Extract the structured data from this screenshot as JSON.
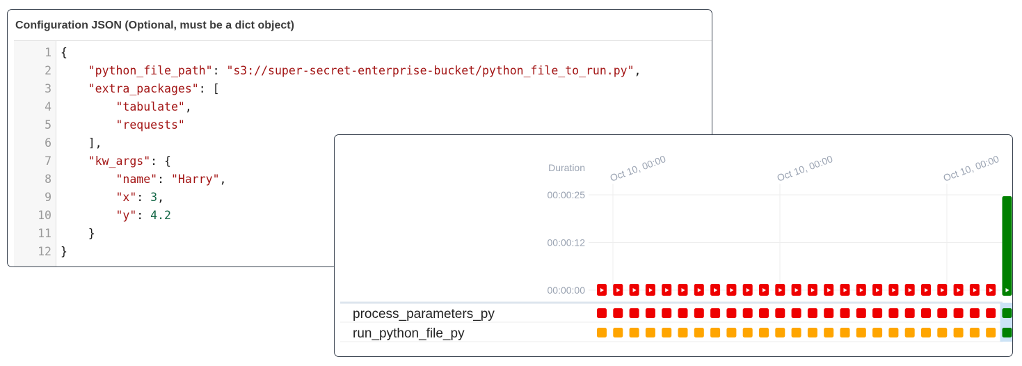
{
  "config": {
    "title": "Configuration JSON (Optional, must be a dict object)",
    "lines": [
      {
        "n": "1",
        "tokens": [
          {
            "t": "{",
            "c": "punct"
          }
        ]
      },
      {
        "n": "2",
        "tokens": [
          {
            "t": "    ",
            "c": "punct"
          },
          {
            "t": "\"python_file_path\"",
            "c": "key"
          },
          {
            "t": ": ",
            "c": "punct"
          },
          {
            "t": "\"s3://super-secret-enterprise-bucket/python_file_to_run.py\"",
            "c": "str"
          },
          {
            "t": ",",
            "c": "punct"
          }
        ]
      },
      {
        "n": "3",
        "tokens": [
          {
            "t": "    ",
            "c": "punct"
          },
          {
            "t": "\"extra_packages\"",
            "c": "key"
          },
          {
            "t": ": [",
            "c": "punct"
          }
        ]
      },
      {
        "n": "4",
        "tokens": [
          {
            "t": "        ",
            "c": "punct"
          },
          {
            "t": "\"tabulate\"",
            "c": "str"
          },
          {
            "t": ",",
            "c": "punct"
          }
        ]
      },
      {
        "n": "5",
        "tokens": [
          {
            "t": "        ",
            "c": "punct"
          },
          {
            "t": "\"requests\"",
            "c": "str"
          }
        ]
      },
      {
        "n": "6",
        "tokens": [
          {
            "t": "    ],",
            "c": "punct"
          }
        ]
      },
      {
        "n": "7",
        "tokens": [
          {
            "t": "    ",
            "c": "punct"
          },
          {
            "t": "\"kw_args\"",
            "c": "key"
          },
          {
            "t": ": {",
            "c": "punct"
          }
        ]
      },
      {
        "n": "8",
        "tokens": [
          {
            "t": "        ",
            "c": "punct"
          },
          {
            "t": "\"name\"",
            "c": "key"
          },
          {
            "t": ": ",
            "c": "punct"
          },
          {
            "t": "\"Harry\"",
            "c": "str"
          },
          {
            "t": ",",
            "c": "punct"
          }
        ]
      },
      {
        "n": "9",
        "tokens": [
          {
            "t": "        ",
            "c": "punct"
          },
          {
            "t": "\"x\"",
            "c": "key"
          },
          {
            "t": ": ",
            "c": "punct"
          },
          {
            "t": "3",
            "c": "num"
          },
          {
            "t": ",",
            "c": "punct"
          }
        ]
      },
      {
        "n": "10",
        "tokens": [
          {
            "t": "        ",
            "c": "punct"
          },
          {
            "t": "\"y\"",
            "c": "key"
          },
          {
            "t": ": ",
            "c": "punct"
          },
          {
            "t": "4.2",
            "c": "num"
          }
        ]
      },
      {
        "n": "11",
        "tokens": [
          {
            "t": "    }",
            "c": "punct"
          }
        ]
      },
      {
        "n": "12",
        "tokens": [
          {
            "t": "}",
            "c": "punct"
          }
        ]
      }
    ]
  },
  "grid": {
    "duration_label": "Duration",
    "y_ticks": [
      "00:00:25",
      "00:00:12",
      "00:00:00"
    ],
    "x_ticks": [
      "Oct 10, 00:00",
      "Oct 10, 00:00",
      "Oct 10, 00:00"
    ],
    "tasks": [
      {
        "label": "process_parameters_py"
      },
      {
        "label": "run_python_file_py"
      }
    ],
    "run_count": 26,
    "colors": {
      "failed": "#ee0000",
      "upstream_failed": "#ffa500",
      "success": "#008000",
      "selected_bg": "#cce3f6",
      "grid_line": "#eeeeee",
      "separator": "#dde5ee"
    },
    "runs_state": [
      "failed",
      "failed",
      "failed",
      "failed",
      "failed",
      "failed",
      "failed",
      "failed",
      "failed",
      "failed",
      "failed",
      "failed",
      "failed",
      "failed",
      "failed",
      "failed",
      "failed",
      "failed",
      "failed",
      "failed",
      "failed",
      "failed",
      "failed",
      "failed",
      "failed",
      "success"
    ],
    "task_states": {
      "process_parameters_py": [
        "failed",
        "failed",
        "failed",
        "failed",
        "failed",
        "failed",
        "failed",
        "failed",
        "failed",
        "failed",
        "failed",
        "failed",
        "failed",
        "failed",
        "failed",
        "failed",
        "failed",
        "failed",
        "failed",
        "failed",
        "failed",
        "failed",
        "failed",
        "failed",
        "failed",
        "success"
      ],
      "run_python_file_py": [
        "upstream_failed",
        "upstream_failed",
        "upstream_failed",
        "upstream_failed",
        "upstream_failed",
        "upstream_failed",
        "upstream_failed",
        "upstream_failed",
        "upstream_failed",
        "upstream_failed",
        "upstream_failed",
        "upstream_failed",
        "upstream_failed",
        "upstream_failed",
        "upstream_failed",
        "upstream_failed",
        "upstream_failed",
        "upstream_failed",
        "upstream_failed",
        "upstream_failed",
        "upstream_failed",
        "upstream_failed",
        "upstream_failed",
        "upstream_failed",
        "upstream_failed",
        "success"
      ]
    },
    "run_durations_seconds": [
      0,
      0,
      0,
      0,
      0,
      0,
      0,
      0,
      0,
      0,
      0,
      0,
      0,
      0,
      0,
      0,
      0,
      0,
      0,
      0,
      0,
      0,
      0,
      0,
      0,
      25
    ],
    "duration_max_seconds": 25
  }
}
